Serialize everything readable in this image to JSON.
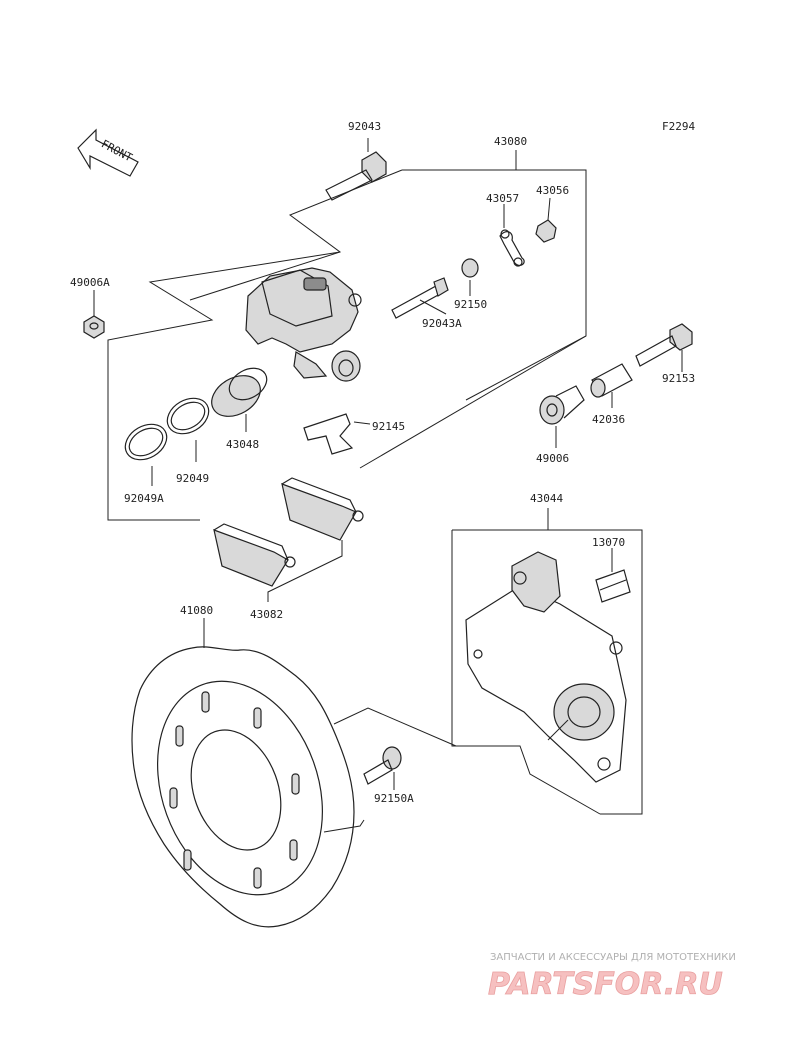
{
  "figure_code": "F2294",
  "front_label": "FRONT",
  "parts": [
    {
      "id": "p_92043",
      "number": "92043"
    },
    {
      "id": "p_43080",
      "number": "43080"
    },
    {
      "id": "p_43057",
      "number": "43057"
    },
    {
      "id": "p_43056",
      "number": "43056"
    },
    {
      "id": "p_49006A",
      "number": "49006A"
    },
    {
      "id": "p_92150",
      "number": "92150"
    },
    {
      "id": "p_92043A",
      "number": "92043A"
    },
    {
      "id": "p_92153",
      "number": "92153"
    },
    {
      "id": "p_42036",
      "number": "42036"
    },
    {
      "id": "p_43048",
      "number": "43048"
    },
    {
      "id": "p_92145",
      "number": "92145"
    },
    {
      "id": "p_49006",
      "number": "49006"
    },
    {
      "id": "p_92049",
      "number": "92049"
    },
    {
      "id": "p_92049A",
      "number": "92049A"
    },
    {
      "id": "p_43044",
      "number": "43044"
    },
    {
      "id": "p_13070",
      "number": "13070"
    },
    {
      "id": "p_43082",
      "number": "43082"
    },
    {
      "id": "p_41080",
      "number": "41080"
    },
    {
      "id": "p_92150A",
      "number": "92150A"
    }
  ],
  "watermark": {
    "caption": "ЗАПЧАСТИ И АКСЕССУАРЫ ДЛЯ МОТОТЕХНИКИ",
    "logo": "PARTSFOR.RU"
  }
}
